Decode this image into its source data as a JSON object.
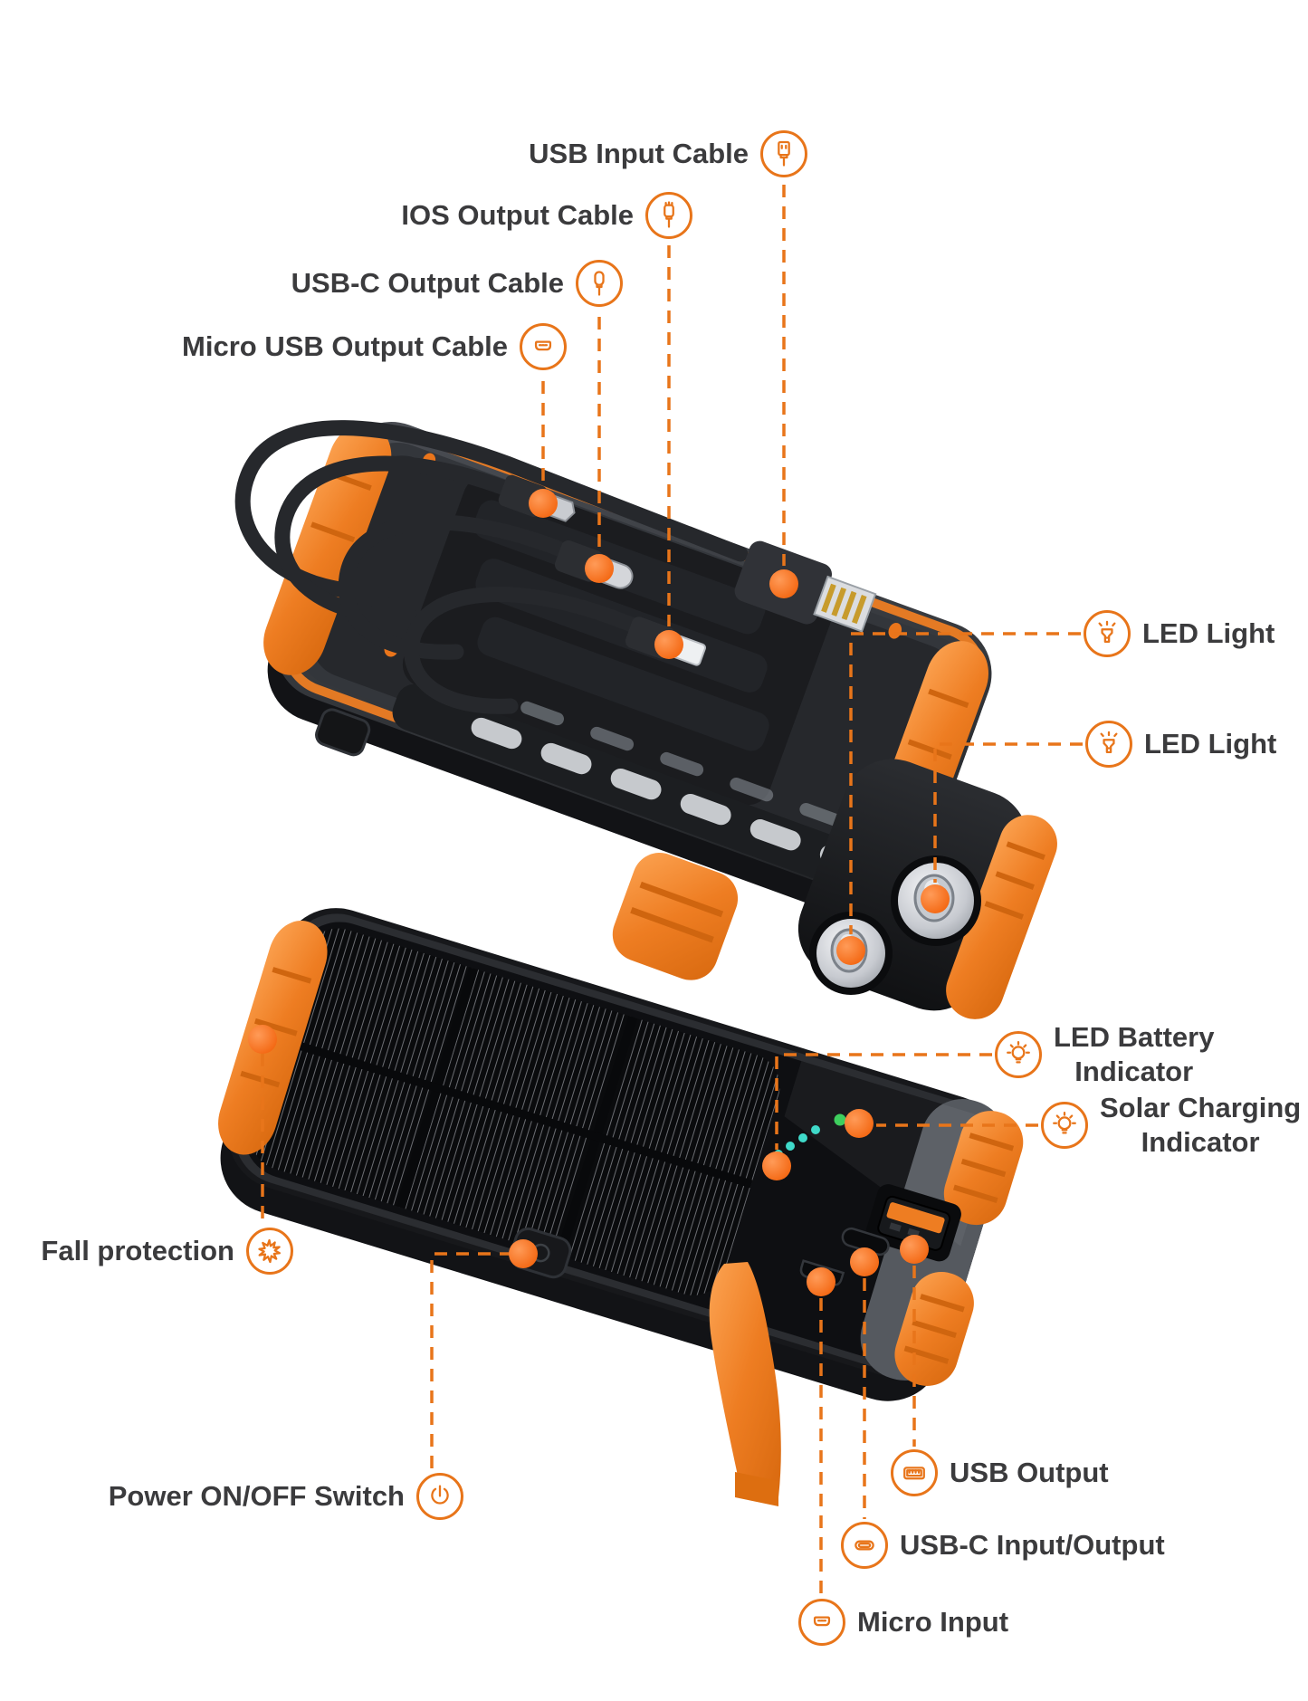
{
  "colors": {
    "accent": "#E8751A",
    "device_orange": "#EE7D22",
    "device_black": "#26282c",
    "label_text": "#3B3B3D",
    "battery_led": "#3FD9C9",
    "solar_led": "#3ECF5E"
  },
  "callouts": {
    "usb_input_cable": {
      "label": "USB Input Cable",
      "icon": "usb-a-connector-icon"
    },
    "ios_output_cable": {
      "label": "IOS Output Cable",
      "icon": "lightning-connector-icon"
    },
    "usb_c_output_cable": {
      "label": "USB-C Output Cable",
      "icon": "usb-c-connector-icon"
    },
    "micro_usb_output_cable": {
      "label": "Micro USB Output Cable",
      "icon": "micro-usb-connector-icon"
    },
    "led_light_top": {
      "label": "LED Light",
      "icon": "flashlight-icon"
    },
    "led_light_bottom": {
      "label": "LED Light",
      "icon": "flashlight-icon"
    },
    "led_battery_indicator": {
      "line1": "LED Battery",
      "line2": "Indicator",
      "icon": "lightbulb-icon"
    },
    "solar_charging_indicator": {
      "line1": "Solar Charging",
      "line2": "Indicator",
      "icon": "lightbulb-icon"
    },
    "fall_protection": {
      "label": "Fall protection",
      "icon": "impact-burst-icon"
    },
    "power_switch": {
      "label": "Power ON/OFF Switch",
      "icon": "power-icon"
    },
    "usb_output": {
      "label": "USB Output",
      "icon": "usb-a-port-icon"
    },
    "usb_c_input_output": {
      "label": "USB-C Input/Output",
      "icon": "usb-c-port-icon"
    },
    "micro_input": {
      "label": "Micro Input",
      "icon": "micro-usb-port-icon"
    }
  }
}
